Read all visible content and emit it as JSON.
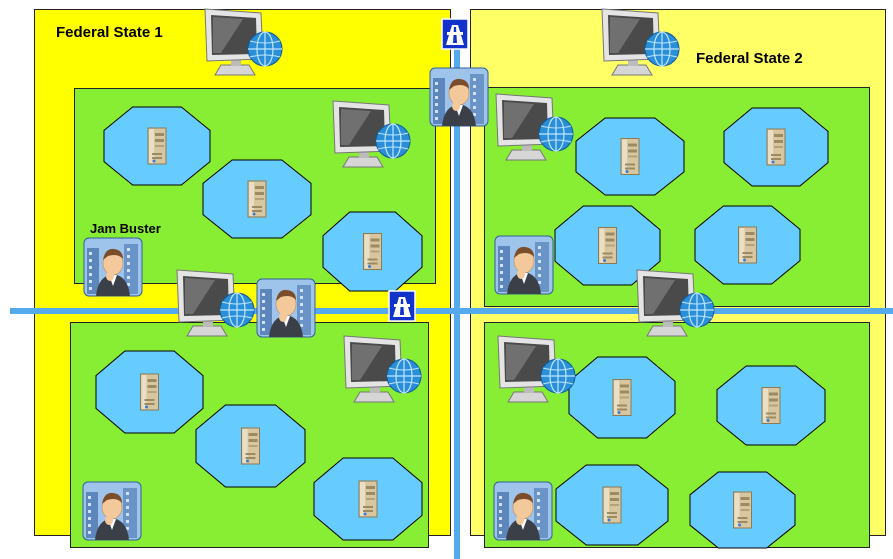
{
  "title": "Traffic network diagram",
  "labels": {
    "state1": "Federal State 1",
    "state2": "Federal State 2",
    "jam_buster": "Jam Buster"
  },
  "colors": {
    "state1_fill": "#ffff00",
    "state2_fill": "#ffff66",
    "district_fill": "#88ee33",
    "zone_fill": "#66ccff",
    "road": "#55aaee",
    "highway_sign": "#1133cc"
  },
  "icons": {
    "monitor": "monitor-globe-icon",
    "person": "jam-buster-person-icon",
    "server": "server-tower-icon",
    "highway": "highway-sign-icon"
  }
}
